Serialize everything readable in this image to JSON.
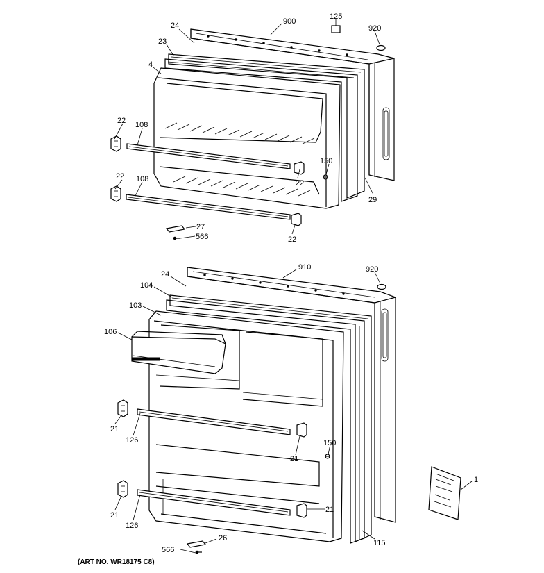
{
  "art_number": "(ART NO. WR18175 C8)",
  "callouts": {
    "top_900": "900",
    "top_125": "125",
    "top_920": "920",
    "top_24": "24",
    "top_23": "23",
    "top_4": "4",
    "top_22a": "22",
    "top_108a": "108",
    "top_150": "150",
    "top_22b": "22",
    "top_22c": "22",
    "top_108b": "108",
    "top_29": "29",
    "top_27": "27",
    "top_566": "566",
    "top_22d": "22",
    "bot_910": "910",
    "bot_920": "920",
    "bot_24": "24",
    "bot_104": "104",
    "bot_103": "103",
    "bot_106": "106",
    "bot_21a": "21",
    "bot_126a": "126",
    "bot_150": "150",
    "bot_21b": "21",
    "bot_21c": "21",
    "bot_126b": "126",
    "bot_21d": "21",
    "bot_1": "1",
    "bot_115": "115",
    "bot_26": "26",
    "bot_566": "566"
  }
}
